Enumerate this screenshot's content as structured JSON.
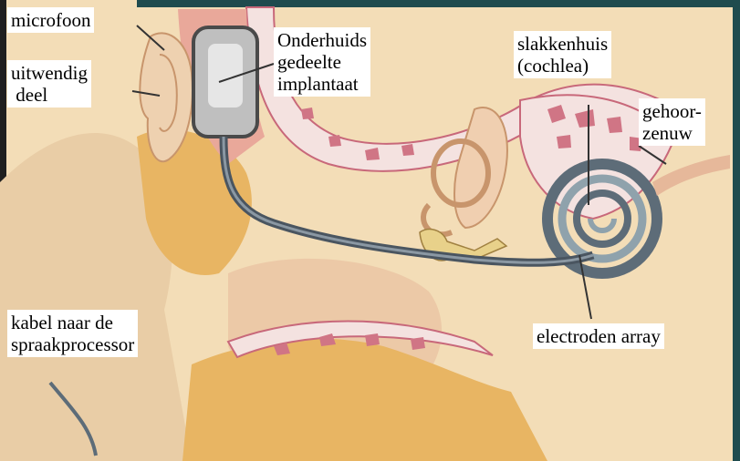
{
  "labels": {
    "microfoon": "microfoon",
    "uitwendig_deel": "uitwendig\n deel",
    "onderhuids": "Onderhuids\ngedeelte\nimplantaat",
    "slakkenhuis": "slakkenhuis\n(cochlea)",
    "gehoorzenuw": "gehoor-\nzenuw",
    "kabel": "kabel naar de\nspraakprocessor",
    "electroden": "electroden array"
  },
  "colors": {
    "skin": "#f3ddb7",
    "skin_shade": "#e3bf92",
    "flesh": "#e9a89a",
    "fat": "#e8b563",
    "bone": "#f4e2e0",
    "bone_cell": "#c8687a",
    "implant": "#bfbfbf",
    "cable": "#5d6c78",
    "frame": "#1f4b4e"
  }
}
